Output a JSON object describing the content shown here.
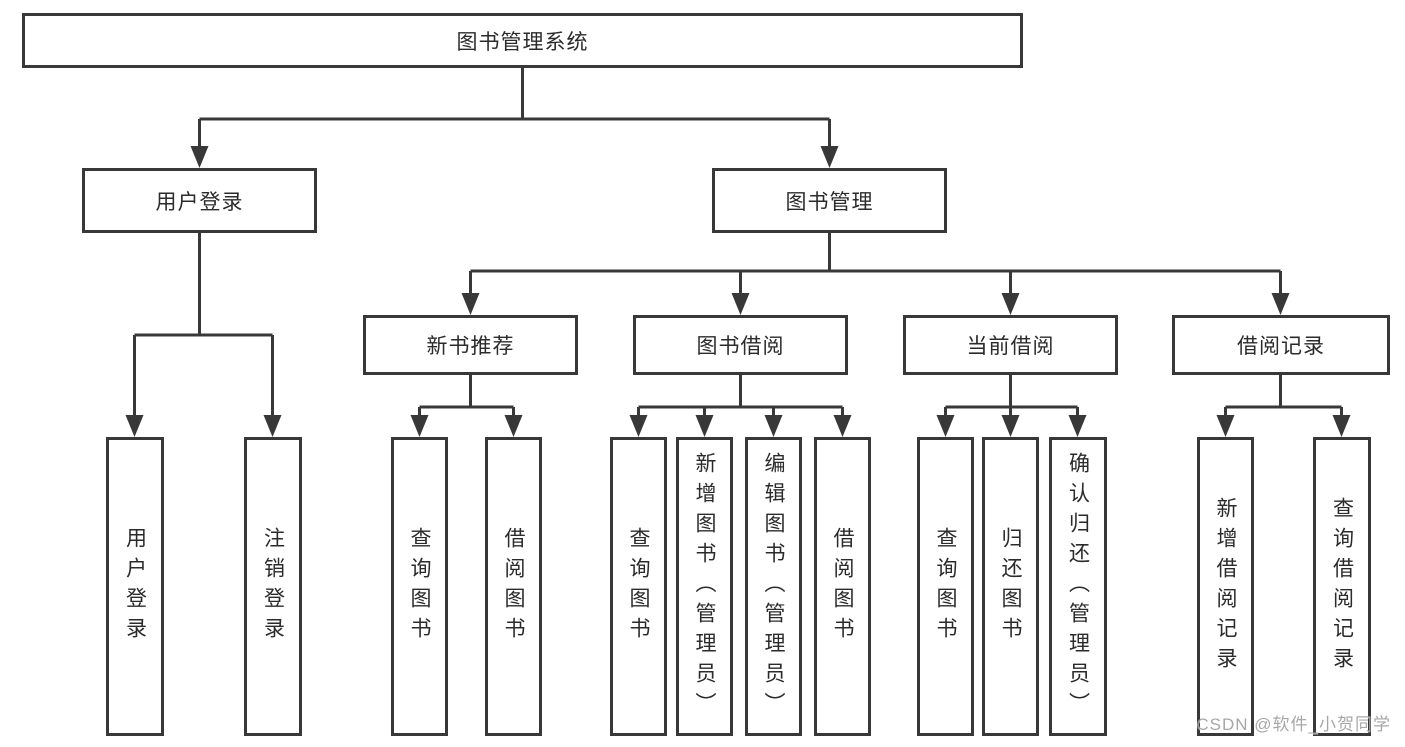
{
  "tree": {
    "label": "图书管理系统",
    "children": [
      {
        "label": "用户登录",
        "children": [
          {
            "label": "用户登录"
          },
          {
            "label": "注销登录"
          }
        ]
      },
      {
        "label": "图书管理",
        "children": [
          {
            "label": "新书推荐",
            "children": [
              {
                "label": "查询图书"
              },
              {
                "label": "借阅图书"
              }
            ]
          },
          {
            "label": "图书借阅",
            "children": [
              {
                "label": "查询图书"
              },
              {
                "label": "新增图书（管理员）"
              },
              {
                "label": "编辑图书（管理员）"
              },
              {
                "label": "借阅图书"
              }
            ]
          },
          {
            "label": "当前借阅",
            "children": [
              {
                "label": "查询图书"
              },
              {
                "label": "归还图书"
              },
              {
                "label": "确认归还（管理员）"
              }
            ]
          },
          {
            "label": "借阅记录",
            "children": [
              {
                "label": "新增借阅记录"
              },
              {
                "label": "查询借阅记录"
              }
            ]
          }
        ]
      }
    ]
  },
  "watermark": {
    "text": "CSDN @软件_小贺同学"
  },
  "colors": {
    "line": "#383838",
    "text": "#2b2b2b",
    "background": "#ffffff",
    "watermark": "#9e9e9e"
  }
}
